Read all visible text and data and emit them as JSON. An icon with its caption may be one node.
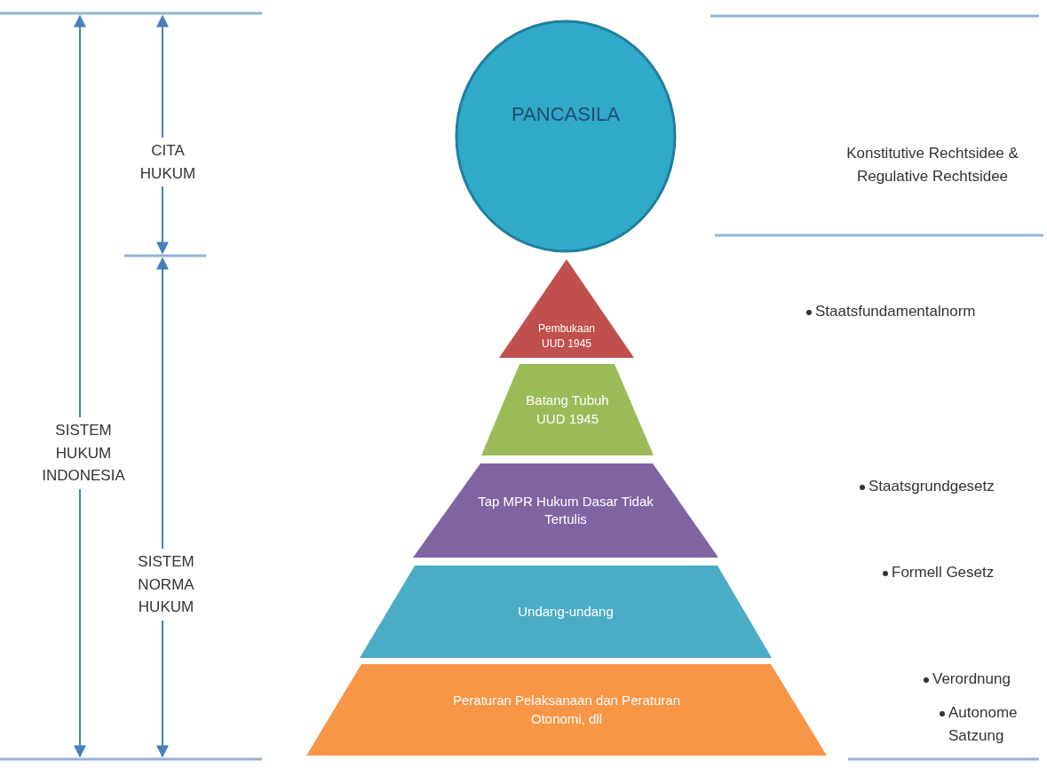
{
  "diagram": {
    "nodes": [
      {
        "text": [
          "PANCASILA"
        ]
      },
      {
        "text": [
          "Pembukaan UUD 1945"
        ]
      },
      {
        "text": [
          "Batang Tubuh UUD 1945"
        ]
      },
      {
        "text": [
          "Tap MPR Hukum Dasar Tidak Tertulis"
        ]
      },
      {
        "text": [
          "Undang-undang"
        ]
      },
      {
        "text": [
          "Peraturan Pelaksanaan dan Peraturan Otonomi, dll"
        ]
      }
    ],
    "labels": [
      "CITA HUKUM",
      "SISTEM HUKUM INDONESIA",
      "SISTEM NORMA HUKUM",
      "Konstitutive Rechtsidee & Regulative Rechtsidee",
      "Staatsfundamentalnorm",
      "Staatsgrundgesetz",
      "Formell Gesetz",
      "Verordnung",
      "Autonome Satzung"
    ]
  }
}
